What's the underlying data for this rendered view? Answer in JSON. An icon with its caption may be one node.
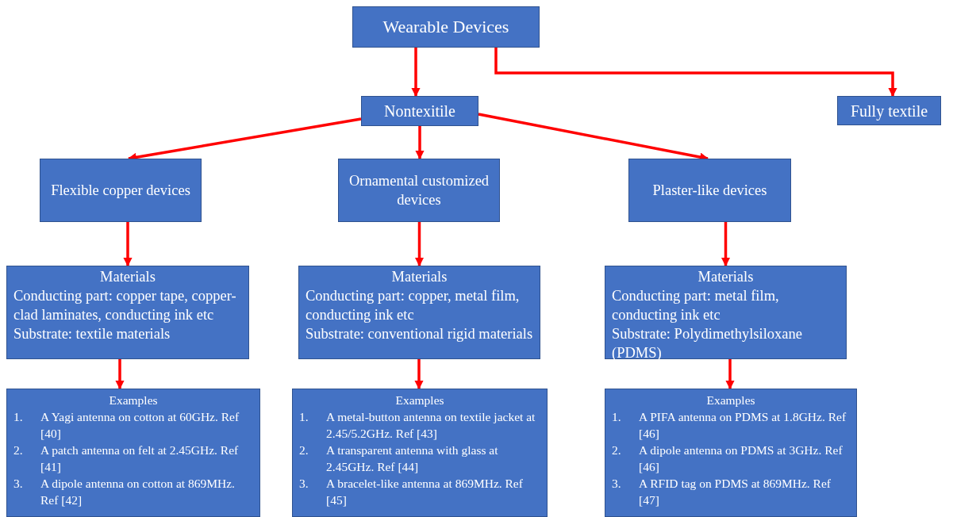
{
  "diagram": {
    "nodes": [
      {
        "text": [
          "Wearable Devices"
        ]
      },
      {
        "text": [
          "Nontexitile"
        ]
      },
      {
        "text": [
          "Fully textile"
        ]
      },
      {
        "text": [
          "Flexible copper devices"
        ]
      },
      {
        "text": [
          "Ornamental customized devices"
        ]
      },
      {
        "text": [
          "Plaster-like devices"
        ]
      },
      {
        "text": [
          "Materials",
          "Conducting part: copper tape, copper-clad laminates, conducting ink etc",
          "Substrate: textile materials"
        ]
      },
      {
        "text": [
          "Materials",
          "Conducting part: copper, metal film, conducting ink etc",
          "Substrate: conventional rigid materials"
        ]
      },
      {
        "text": [
          "Materials",
          "Conducting part: metal film, conducting ink etc",
          "Substrate: Polydimethylsiloxane (PDMS)"
        ]
      },
      {
        "text": [
          "Examples",
          "1.",
          "A Yagi antenna on cotton at 60GHz. Ref [40]",
          "2.",
          "A patch antenna on felt at 2.45GHz. Ref [41]",
          "3.",
          "A dipole antenna on cotton at 869MHz. Ref [42]"
        ]
      },
      {
        "text": [
          "Examples",
          "1.",
          "A metal-button antenna on textile jacket at 2.45/5.2GHz. Ref [43]",
          "2.",
          "A transparent antenna with glass at 2.45GHz. Ref [44]",
          "3.",
          "A bracelet-like antenna at 869MHz. Ref [45]"
        ]
      },
      {
        "text": [
          "Examples",
          "1.",
          "A PIFA antenna on PDMS at 1.8GHz. Ref [46]",
          "2.",
          "A dipole antenna on PDMS at 3GHz. Ref [46]",
          "3.",
          "A RFID tag on PDMS at 869MHz. Ref [47]"
        ]
      }
    ],
    "edges": [
      {
        "from": 0,
        "to": 1,
        "arrow": "to"
      },
      {
        "from": 0,
        "to": 2,
        "arrow": "to"
      },
      {
        "from": 1,
        "to": 3,
        "arrow": "to"
      },
      {
        "from": 1,
        "to": 4,
        "arrow": "to"
      },
      {
        "from": 1,
        "to": 5,
        "arrow": "to"
      },
      {
        "from": 3,
        "to": 6,
        "arrow": "to"
      },
      {
        "from": 4,
        "to": 7,
        "arrow": "to"
      },
      {
        "from": 5,
        "to": 8,
        "arrow": "to"
      },
      {
        "from": 6,
        "to": 9,
        "arrow": "to"
      },
      {
        "from": 7,
        "to": 10,
        "arrow": "to"
      },
      {
        "from": 8,
        "to": 11,
        "arrow": "to"
      }
    ]
  }
}
